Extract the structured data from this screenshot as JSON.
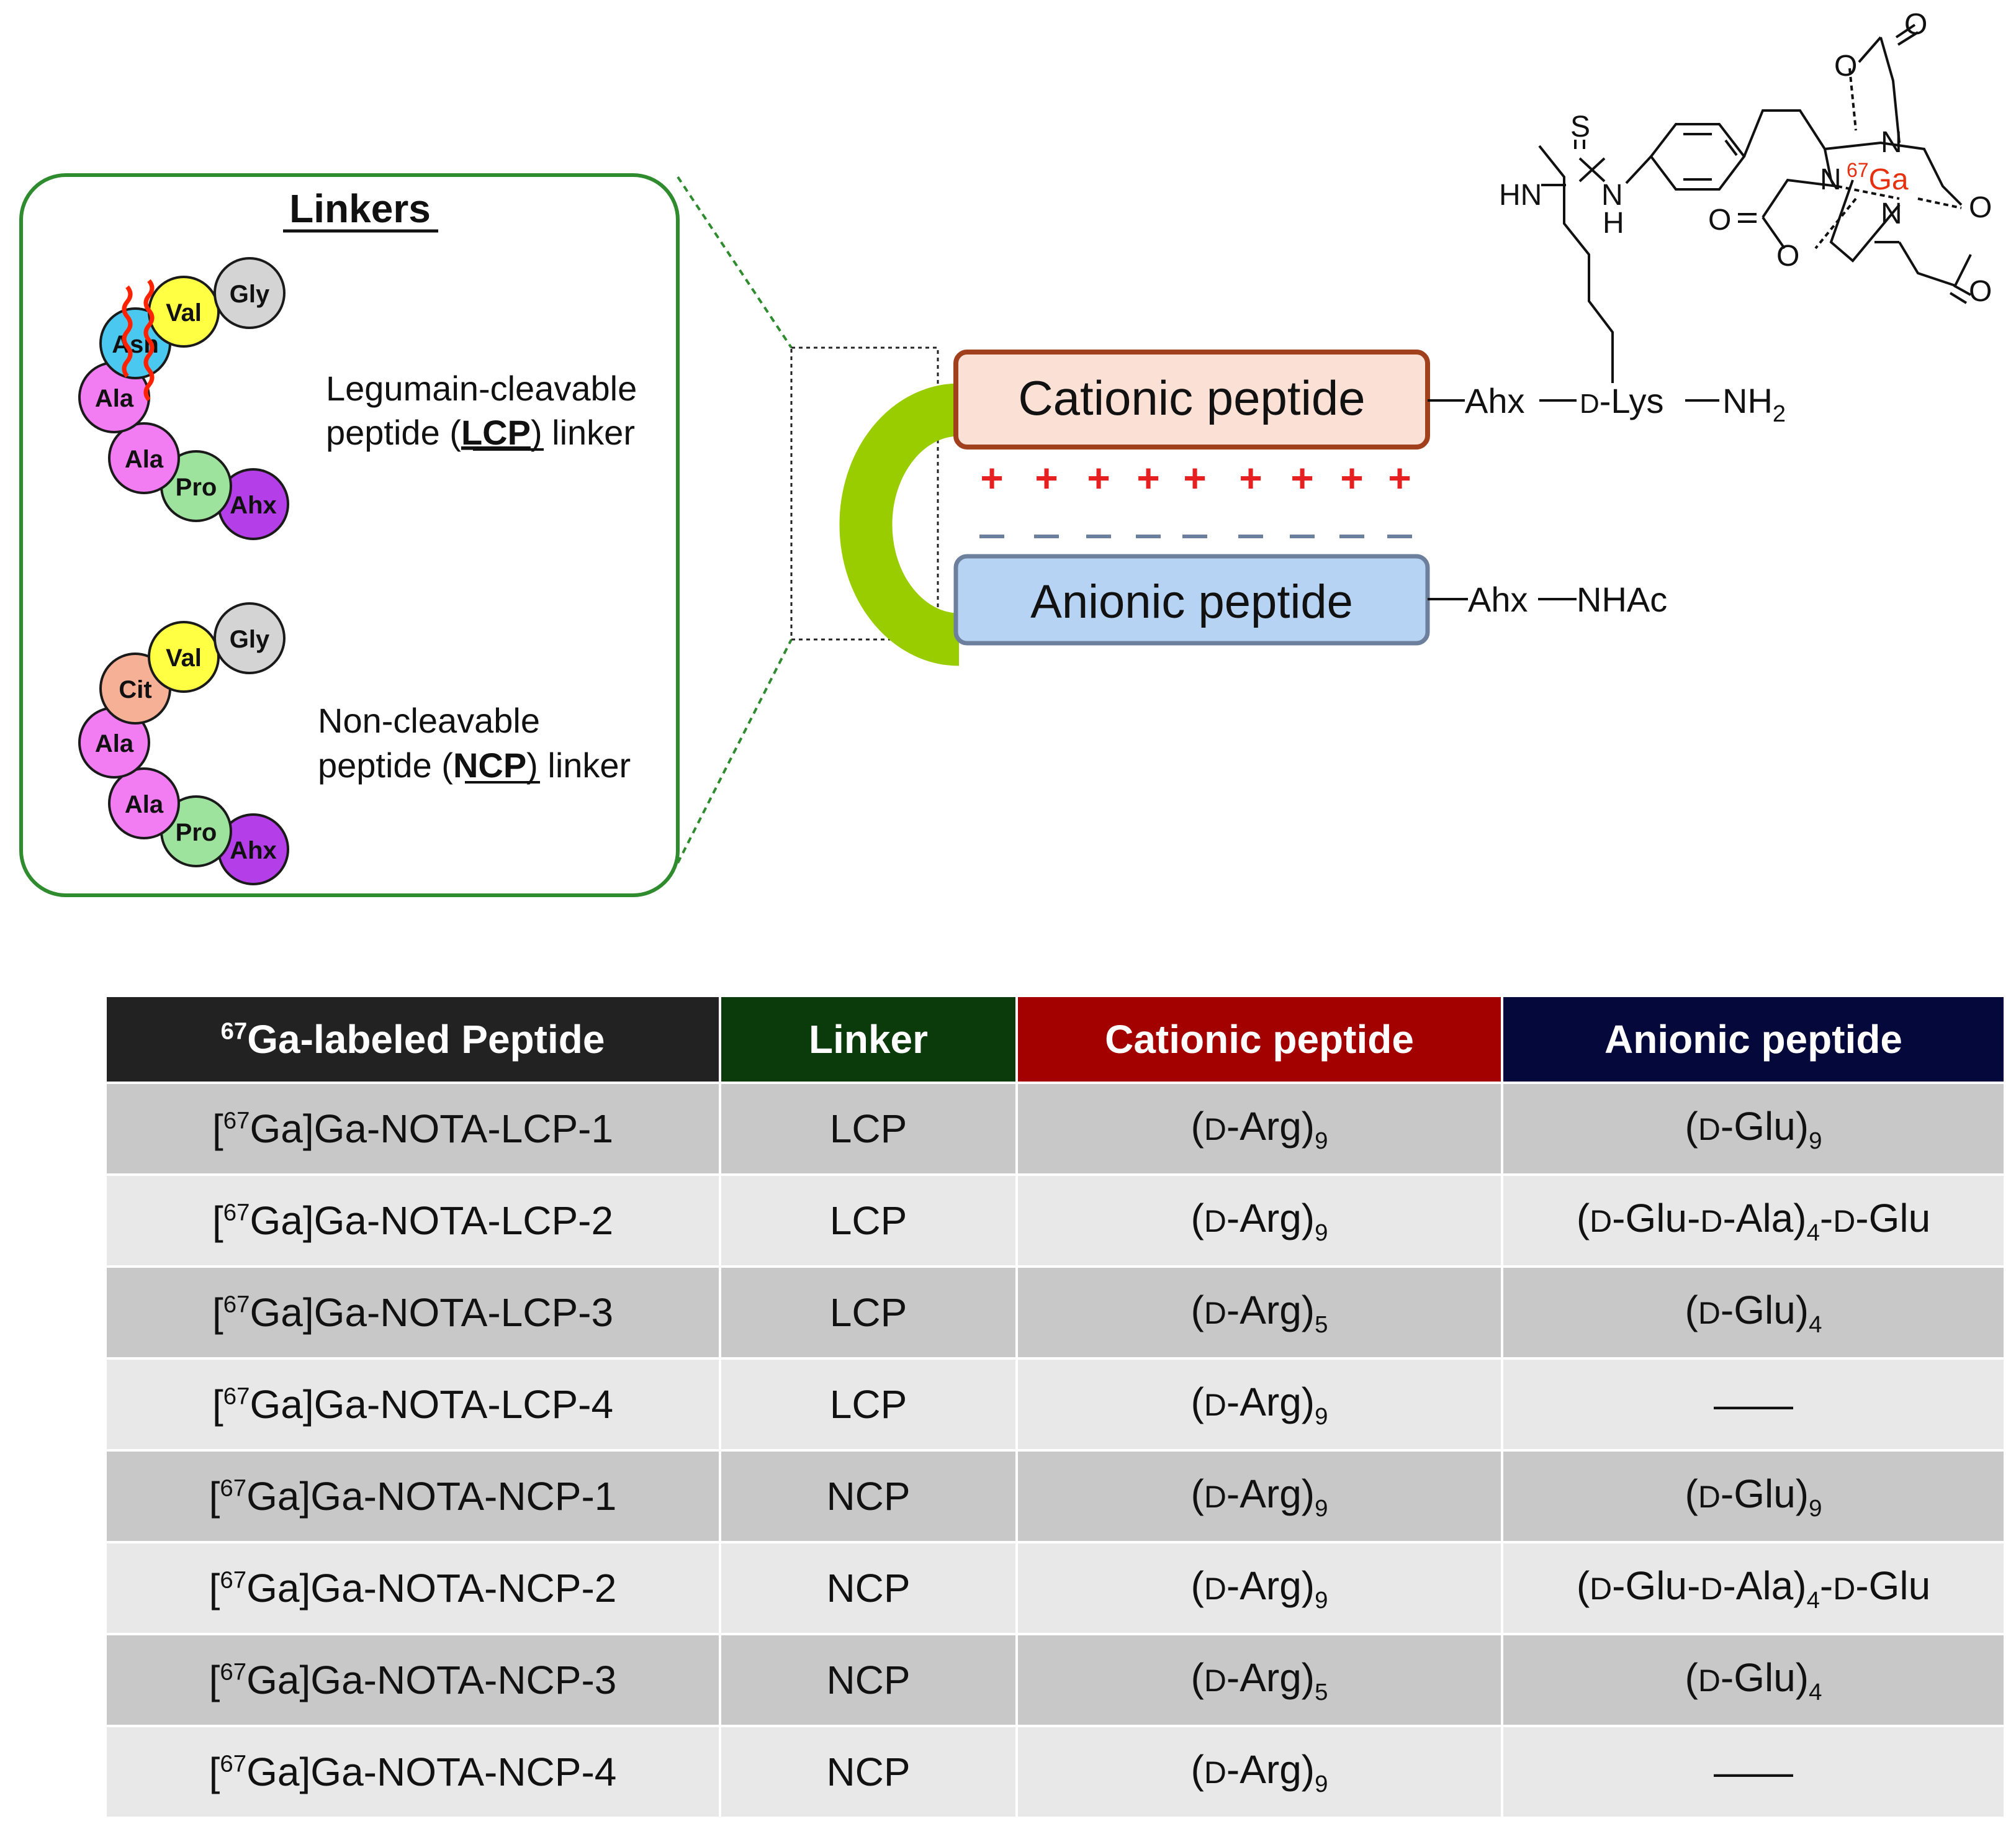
{
  "colors": {
    "panel_border": "#2e8b2e",
    "linker_arc": "#9acd00",
    "cationic_fill": "#fbe0d5",
    "cationic_border": "#a0401c",
    "anionic_fill": "#b7d3f3",
    "anionic_border": "#6c7f9c",
    "plus": "#e62020",
    "minus": "#6c7f9c",
    "ga_label": "#e63010",
    "header_peptide": "#222222",
    "header_linker": "#0b3b0b",
    "header_cationic": "#a30000",
    "header_anionic": "#05083a",
    "cleavage_mark": "#ff2200"
  },
  "linkers_panel": {
    "title": "Linkers",
    "lcp_label_line1": "Legumain-cleavable",
    "lcp_label_pre": "peptide (",
    "lcp_abbr": "LCP",
    "lcp_label_post": ") linker",
    "ncp_label_line1": "Non-cleavable",
    "ncp_label_pre": "peptide (",
    "ncp_abbr": "NCP",
    "ncp_label_post": ") linker",
    "lcp_residues": [
      {
        "label": "Gly",
        "color": "#d4d4d4"
      },
      {
        "label": "Val",
        "color": "#ffff44"
      },
      {
        "label": "Asn",
        "color": "#4ac8f0"
      },
      {
        "label": "Ala",
        "color": "#f27cf2"
      },
      {
        "label": "Ala",
        "color": "#f27cf2"
      },
      {
        "label": "Pro",
        "color": "#9de39d"
      },
      {
        "label": "Ahx",
        "color": "#b43ee8"
      }
    ],
    "ncp_residues": [
      {
        "label": "Gly",
        "color": "#d4d4d4"
      },
      {
        "label": "Val",
        "color": "#ffff44"
      },
      {
        "label": "Cit",
        "color": "#f5b096"
      },
      {
        "label": "Ala",
        "color": "#f27cf2"
      },
      {
        "label": "Ala",
        "color": "#f27cf2"
      },
      {
        "label": "Pro",
        "color": "#9de39d"
      },
      {
        "label": "Ahx",
        "color": "#b43ee8"
      }
    ]
  },
  "construct": {
    "cationic_label": "Cationic peptide",
    "anionic_label": "Anionic peptide",
    "plus": "+",
    "cationic_tail_ahx": "Ahx",
    "cationic_tail_d": "D",
    "cationic_tail_lys": "-Lys",
    "cationic_tail_nh": "NH",
    "cationic_tail_sub": "2",
    "anionic_tail": "Ahx",
    "anionic_tail_end": "NHAc"
  },
  "structure": {
    "S": "S",
    "HN": "HN",
    "N": "N",
    "H": "H",
    "N1": "N",
    "N2": "N",
    "N3": "N",
    "ga_sup": "67",
    "ga": "Ga",
    "O": "O"
  },
  "table": {
    "headers": {
      "peptide_sup": "67",
      "peptide_label": "Ga-labeled Peptide",
      "linker": "Linker",
      "cationic": "Cationic peptide",
      "anionic": "Anionic peptide"
    },
    "rows": [
      {
        "sup": "67",
        "name": "Ga]Ga-NOTA-LCP-1",
        "linker": "LCP",
        "cat_n": "9",
        "anion": "glu",
        "an_n": "9"
      },
      {
        "sup": "67",
        "name": "Ga]Ga-NOTA-LCP-2",
        "linker": "LCP",
        "cat_n": "9",
        "anion": "glu-ala",
        "an_n": "4"
      },
      {
        "sup": "67",
        "name": "Ga]Ga-NOTA-LCP-3",
        "linker": "LCP",
        "cat_n": "5",
        "anion": "glu",
        "an_n": "4"
      },
      {
        "sup": "67",
        "name": "Ga]Ga-NOTA-LCP-4",
        "linker": "LCP",
        "cat_n": "9",
        "anion": "none",
        "an_n": ""
      },
      {
        "sup": "67",
        "name": "Ga]Ga-NOTA-NCP-1",
        "linker": "NCP",
        "cat_n": "9",
        "anion": "glu",
        "an_n": "9"
      },
      {
        "sup": "67",
        "name": "Ga]Ga-NOTA-NCP-2",
        "linker": "NCP",
        "cat_n": "9",
        "anion": "glu-ala",
        "an_n": "4"
      },
      {
        "sup": "67",
        "name": "Ga]Ga-NOTA-NCP-3",
        "linker": "NCP",
        "cat_n": "5",
        "anion": "glu",
        "an_n": "4"
      },
      {
        "sup": "67",
        "name": "Ga]Ga-NOTA-NCP-4",
        "linker": "NCP",
        "cat_n": "9",
        "anion": "none",
        "an_n": ""
      }
    ],
    "cells": {
      "open": "(",
      "d": "D",
      "arg": "-Arg)",
      "glu": "-Glu)",
      "glu_ala_mid": "-Glu-",
      "ala_close": "-Ala)",
      "tail_dash": "-",
      "tail_glu": "-Glu",
      "dash": "——",
      "bracket": "["
    }
  }
}
